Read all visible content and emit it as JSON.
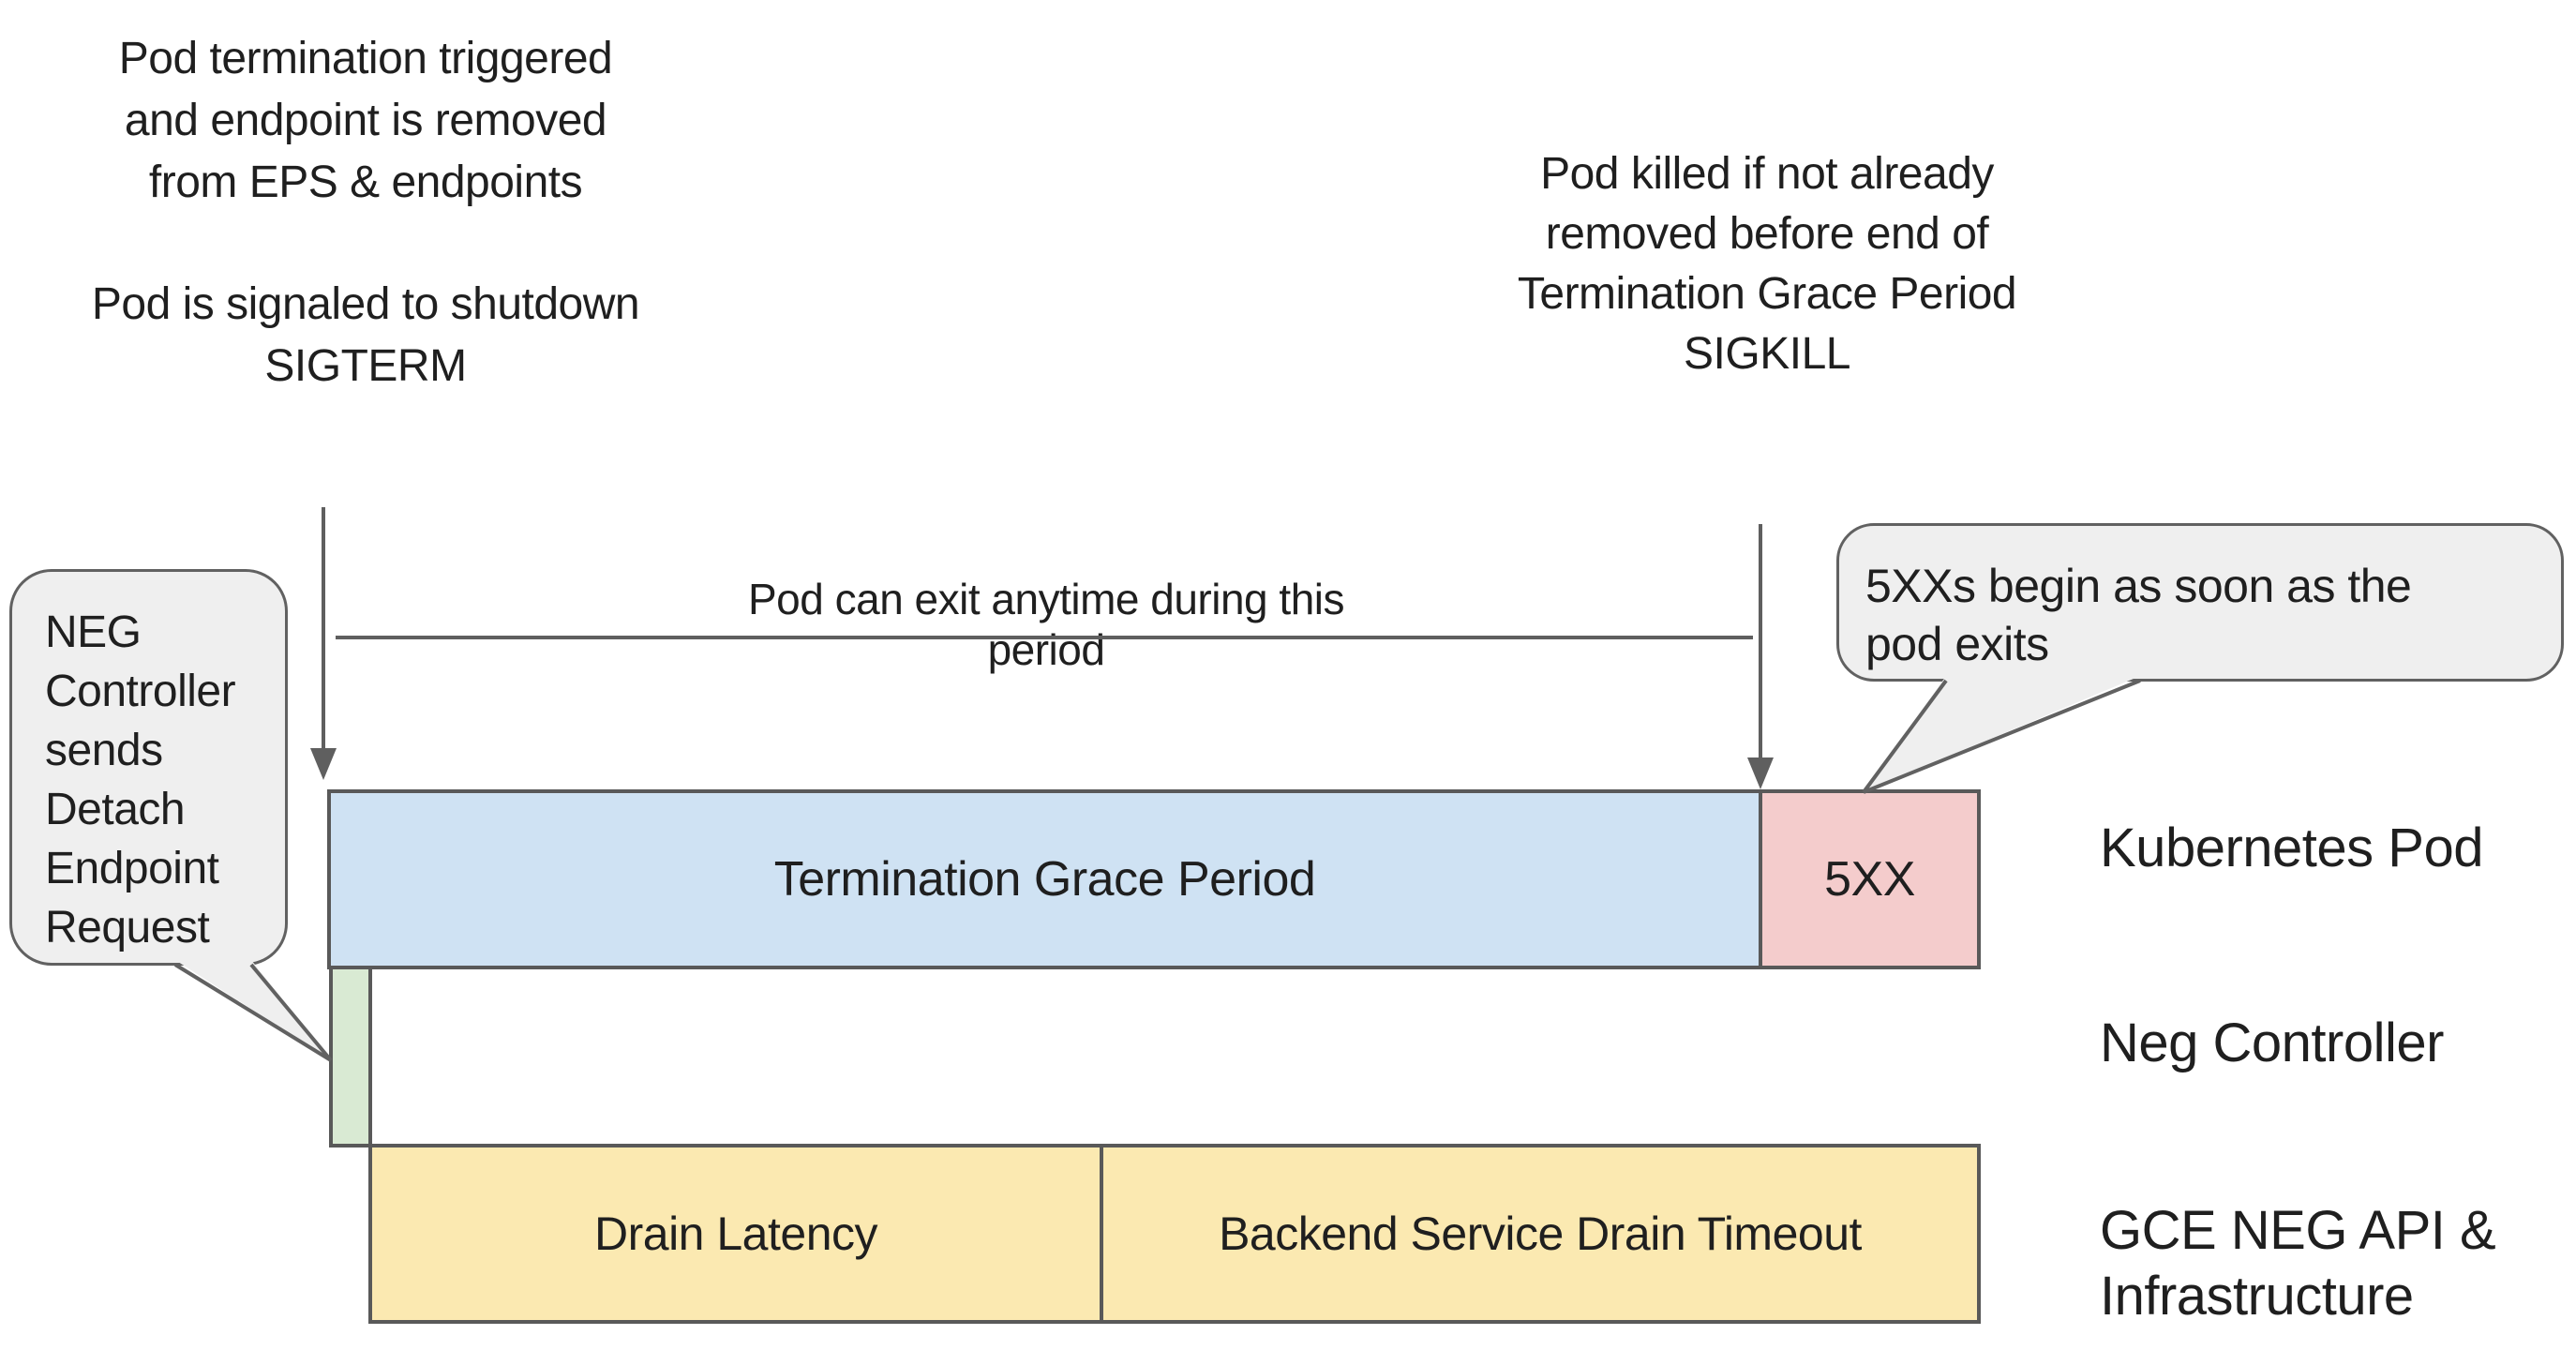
{
  "colors": {
    "background": "#ffffff",
    "bar_blue": "#cfe2f3",
    "bar_red": "#f4cccc",
    "bar_green": "#d9ead3",
    "bar_yellow": "#fbe9b1",
    "bubble_fill": "#efefef",
    "bubble_border": "#616161",
    "bar_border": "#595959",
    "line_color": "#5f5f5f",
    "text_color": "#1f1f1f"
  },
  "notes": {
    "top_left": {
      "lines": [
        "Pod termination triggered",
        "and endpoint is removed",
        "from EPS & endpoints"
      ]
    },
    "top_left_2": {
      "lines": [
        "Pod is signaled to shutdown",
        "SIGTERM"
      ]
    },
    "top_right": {
      "lines": [
        "Pod killed if not already",
        "removed before end of",
        "Termination Grace Period",
        "SIGKILL"
      ]
    },
    "period": {
      "text": "Pod can exit anytime during this period"
    }
  },
  "bubbles": {
    "left": {
      "lines": [
        "NEG",
        "Controller",
        "sends",
        "Detach",
        "Endpoint",
        "Request"
      ]
    },
    "right": {
      "lines": [
        "5XXs begin as soon as the",
        "pod exits"
      ]
    }
  },
  "timeline": {
    "grace_period_label": "Termination Grace Period",
    "error_label": "5XX",
    "drain_latency_label": "Drain Latency",
    "backend_drain_label": "Backend Service Drain Timeout"
  },
  "rows": {
    "kubernetes_pod": "Kubernetes Pod",
    "neg_controller": "Neg Controller",
    "gce": {
      "lines": [
        "GCE NEG API &",
        "Infrastructure"
      ]
    }
  }
}
